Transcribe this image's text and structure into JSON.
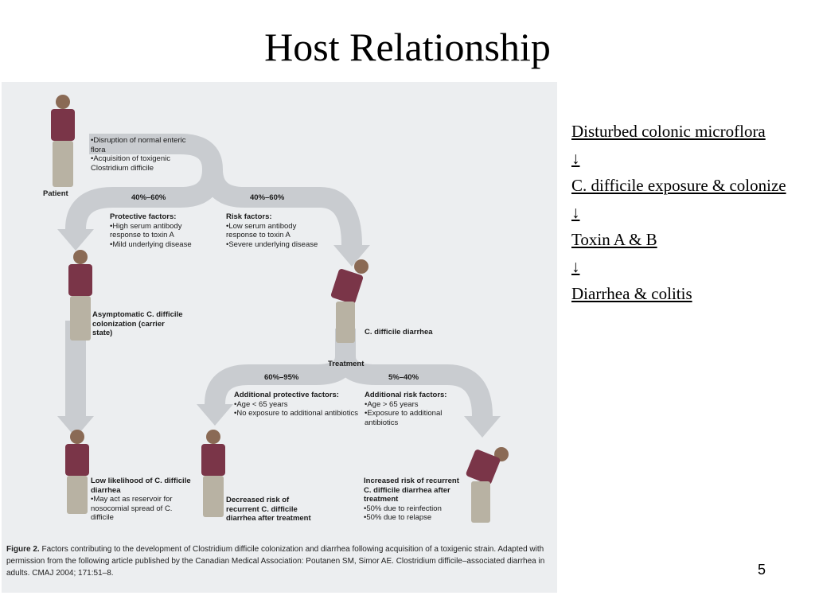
{
  "title": "Host Relationship",
  "figure": {
    "patient": {
      "label": "Patient",
      "bullets": [
        "Disruption of normal enteric flora",
        "Acquisition of toxigenic Clostridium difficile"
      ]
    },
    "left_percent": "40%–60%",
    "right_percent": "40%–60%",
    "protective": {
      "heading": "Protective factors:",
      "bullets": [
        "High serum antibody response to toxin A",
        "Mild underlying disease"
      ]
    },
    "risk": {
      "heading": "Risk factors:",
      "bullets": [
        "Low serum antibody response to toxin A",
        "Severe underlying disease"
      ]
    },
    "asymptomatic": "Asymptomatic C. difficile colonization (carrier state)",
    "diarrhea": "C. difficile diarrhea",
    "treatment": "Treatment",
    "left_percent2": "60%–95%",
    "right_percent2": "5%–40%",
    "add_protective": {
      "heading": "Additional protective factors:",
      "bullets": [
        "Age < 65 years",
        "No exposure to additional antibiotics"
      ]
    },
    "add_risk": {
      "heading": "Additional risk factors:",
      "bullets": [
        "Age > 65 years",
        "Exposure to additional antibiotics"
      ]
    },
    "low_likelihood": {
      "heading": "Low likelihood of C. difficile diarrhea",
      "bullets": [
        "May act as reservoir for nosocomial spread of C. difficile"
      ]
    },
    "decreased": "Decreased risk of recurrent C. difficile diarrhea after treatment",
    "increased": {
      "heading": "Increased risk of recurrent C. difficile diarrhea after treatment",
      "bullets": [
        "50% due to reinfection",
        "50% due to relapse"
      ]
    },
    "caption_label": "Figure 2.",
    "caption": "Factors contributing to the development of Clostridium difficile colonization and diarrhea following acquisition of a toxigenic strain. Adapted with permission from the following article published by the Canadian Medical Association: Poutanen SM, Simor AE. Clostridium difficile–associated diarrhea in adults. CMAJ 2004; 171:51–8."
  },
  "steps": {
    "line1": "Disturbed colonic microflora",
    "arrow1": "↓",
    "line2": "C. difficile exposure & colonize",
    "arrow2": "↓",
    "line3": "Toxin A & B",
    "arrow3": "↓",
    "line4": "Diarrhea & colitis"
  },
  "page_number": "5",
  "colors": {
    "arrow": "#c9ccd0",
    "figure_bg": "#eceef0",
    "shirt": "#7a3548"
  }
}
